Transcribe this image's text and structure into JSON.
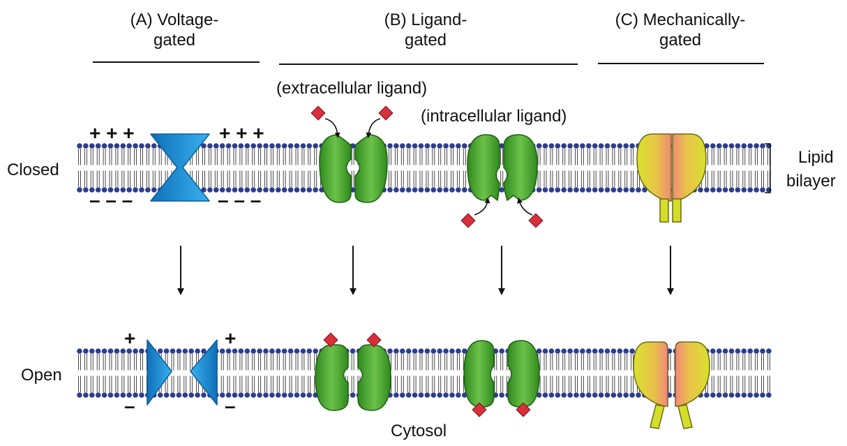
{
  "titles": {
    "a": {
      "line1": "(A) Voltage-",
      "line2": "gated"
    },
    "b": {
      "line1": "(B) Ligand-",
      "line2": "gated"
    },
    "c": {
      "line1": "(C) Mechanically-",
      "line2": "gated"
    }
  },
  "labels": {
    "extracellular": "(extracellular ligand)",
    "intracellular": "(intracellular ligand)",
    "closed": "Closed",
    "open": "Open",
    "lipid_line1": "Lipid",
    "lipid_line2": "bilayer",
    "cytosol": "Cytosol"
  },
  "charges": {
    "closed_left_top": "+ + +",
    "closed_right_top": "+ + +",
    "closed_left_bottom": "– – –",
    "closed_right_bottom": "– – –",
    "open_left_top": "+",
    "open_right_top": "+",
    "open_left_bottom": "–",
    "open_right_bottom": "–"
  },
  "colors": {
    "lipid_head": "#2d3c8e",
    "voltage_channel": "#1e8fd6",
    "ligand_channel": "#4caa2c",
    "mechanical_channel_outer": "#d7e02a",
    "mechanical_channel_inner": "#f08a78",
    "ligand": "#d8303a"
  }
}
